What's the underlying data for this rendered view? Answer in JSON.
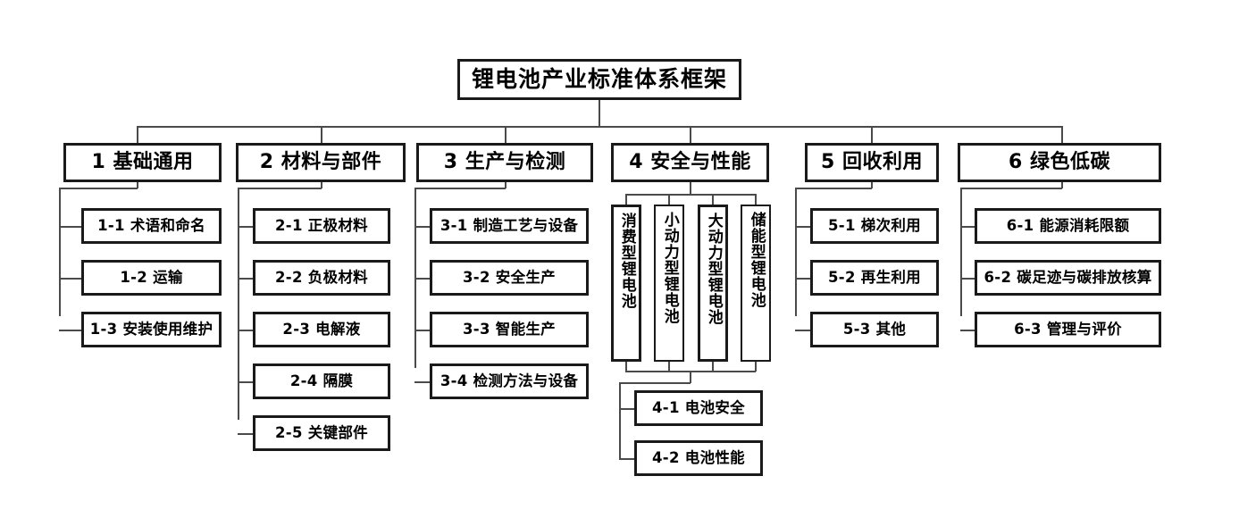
{
  "diagram": {
    "title": "锂电池产业标准体系框架",
    "type": "organizational-tree",
    "categories": [
      {
        "id": "1",
        "label": "1 基础通用",
        "children": [
          {
            "label": "1-1 术语和命名"
          },
          {
            "label": "1-2 运输"
          },
          {
            "label": "1-3 安装使用维护"
          }
        ]
      },
      {
        "id": "2",
        "label": "2 材料与部件",
        "children": [
          {
            "label": "2-1 正极材料"
          },
          {
            "label": "2-2 负极材料"
          },
          {
            "label": "2-3 电解液"
          },
          {
            "label": "2-4 隔膜"
          },
          {
            "label": "2-5 关键部件"
          }
        ]
      },
      {
        "id": "3",
        "label": "3 生产与检测",
        "children": [
          {
            "label": "3-1 制造工艺与设备"
          },
          {
            "label": "3-2 安全生产"
          },
          {
            "label": "3-3 智能生产"
          },
          {
            "label": "3-4 检测方法与设备"
          }
        ]
      },
      {
        "id": "4",
        "label": "4 安全与性能",
        "vertical_children": [
          {
            "label": "消费型锂电池"
          },
          {
            "label": "小动力型锂电池"
          },
          {
            "label": "大动力型锂电池"
          },
          {
            "label": "储能型锂电池"
          }
        ],
        "children": [
          {
            "label": "4-1 电池安全"
          },
          {
            "label": "4-2 电池性能"
          }
        ]
      },
      {
        "id": "5",
        "label": "5 回收利用",
        "children": [
          {
            "label": "5-1 梯次利用"
          },
          {
            "label": "5-2 再生利用"
          },
          {
            "label": "5-3 其他"
          }
        ]
      },
      {
        "id": "6",
        "label": "6 绿色低碳",
        "children": [
          {
            "label": "6-1 能源消耗限额"
          },
          {
            "label": "6-2 碳足迹与碳排放核算"
          },
          {
            "label": "6-3 管理与评价"
          }
        ]
      }
    ],
    "colors": {
      "box_border": "#1a1a1a",
      "connector": "#4a4a4a",
      "text": "#000000",
      "background": "#ffffff"
    }
  }
}
